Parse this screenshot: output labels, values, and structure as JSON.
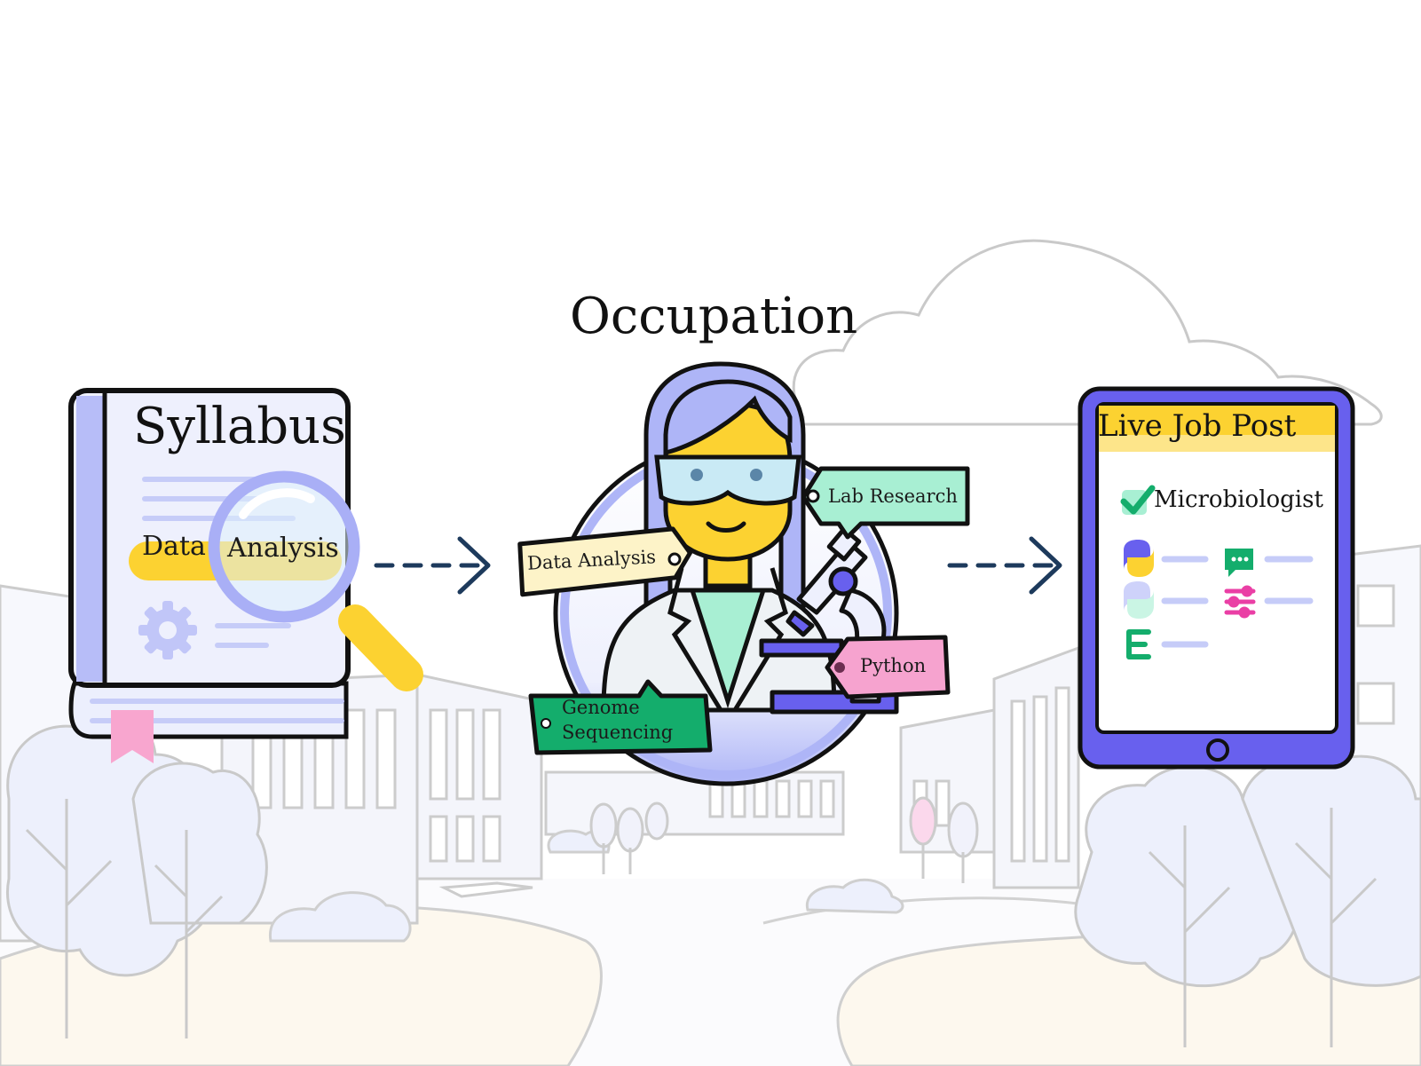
{
  "occupation": {
    "title": "Occupation"
  },
  "syllabus": {
    "title": "Syllabus",
    "highlight_words": [
      "Data",
      "Analysis"
    ],
    "icons": [
      "gear-icon",
      "magnifier-icon",
      "bookmark-icon"
    ]
  },
  "scientist": {
    "tags": {
      "data_analysis": "Data Analysis",
      "lab_research": "Lab Research",
      "python": "Python",
      "genome_line1": "Genome",
      "genome_line2": "Sequencing"
    },
    "icons": [
      "scientist-icon",
      "microscope-icon",
      "goggles-icon"
    ]
  },
  "job_post": {
    "title": "Live Job Post",
    "job": "Microbiologist",
    "icons": [
      "check-icon",
      "python-icon",
      "chat-icon",
      "sliders-icon",
      "tool-icon"
    ]
  },
  "colors": {
    "lavender": "#aeb5f7",
    "light_lavender": "#e9ecfd",
    "yellow": "#fcd231",
    "pale_yellow": "#fde58a",
    "mint": "#a8efd3",
    "green": "#14ad6c",
    "pink": "#f6a3cf",
    "purple": "#6860ee",
    "navy": "#1d3a5c",
    "outline": "#111111"
  }
}
